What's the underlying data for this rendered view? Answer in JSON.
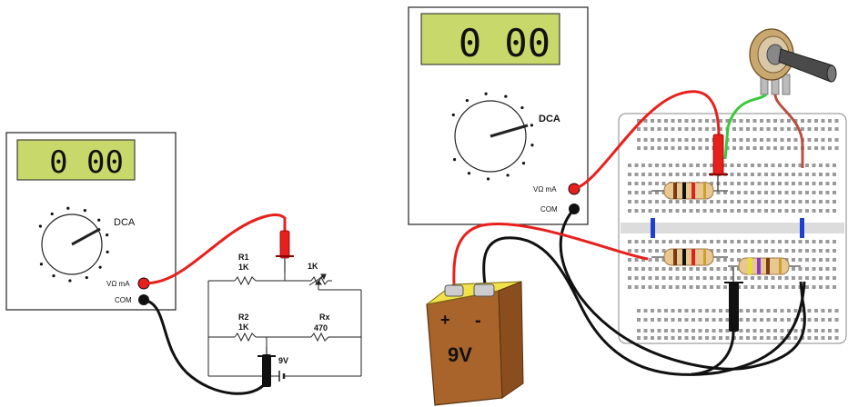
{
  "left_meter": {
    "display": "0 00",
    "range_label": "DCA",
    "terminal_v": "VΩ mA",
    "terminal_com": "COM"
  },
  "right_meter": {
    "display": "0 00",
    "range_label": "DCA",
    "terminal_v": "VΩ mA",
    "terminal_com": "COM"
  },
  "schematic": {
    "r1_name": "R1",
    "r1_value": "1K",
    "pot_value": "1K",
    "r2_name": "R2",
    "r2_value": "1K",
    "rx_name": "Rx",
    "rx_value": "470",
    "battery_value": "9V"
  },
  "battery": {
    "plus": "+",
    "minus": "-",
    "label": "9V"
  },
  "colors": {
    "red_lead": "#e8201c",
    "black_lead": "#111111",
    "lcd": "#c8d86a",
    "battery_body": "#a8642a",
    "battery_top": "#f2e24a",
    "green_wire": "#3cc83c",
    "brown_wire": "#b85040",
    "jumper_blue": "#1f3fcf"
  }
}
